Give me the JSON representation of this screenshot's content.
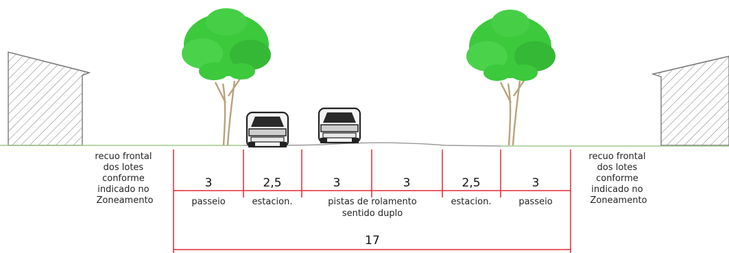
{
  "side_note": {
    "lines": [
      "recuo frontal",
      "dos lotes",
      "conforme",
      "indicado no",
      "Zoneamento"
    ]
  },
  "segments": [
    {
      "width": "3",
      "label": "passeio"
    },
    {
      "width": "2,5",
      "label": "estacion."
    },
    {
      "width": "3",
      "label": "pistas de rolamento"
    },
    {
      "width": "3",
      "label": ""
    },
    {
      "width": "2,5",
      "label": "estacion."
    },
    {
      "width": "3",
      "label": "passeio"
    }
  ],
  "carriageway_sub_label": "sentido duplo",
  "total_width": "17",
  "colors": {
    "dimension_lines": "#e32636",
    "ground_line": "#9dc88d",
    "foliage": "#3cc93c",
    "trunk": "#b8a27a",
    "hatch": "#888888"
  },
  "icons": [
    "building-left-icon",
    "building-right-icon",
    "tree-left-icon",
    "tree-right-icon",
    "car-left-icon",
    "car-right-icon"
  ]
}
